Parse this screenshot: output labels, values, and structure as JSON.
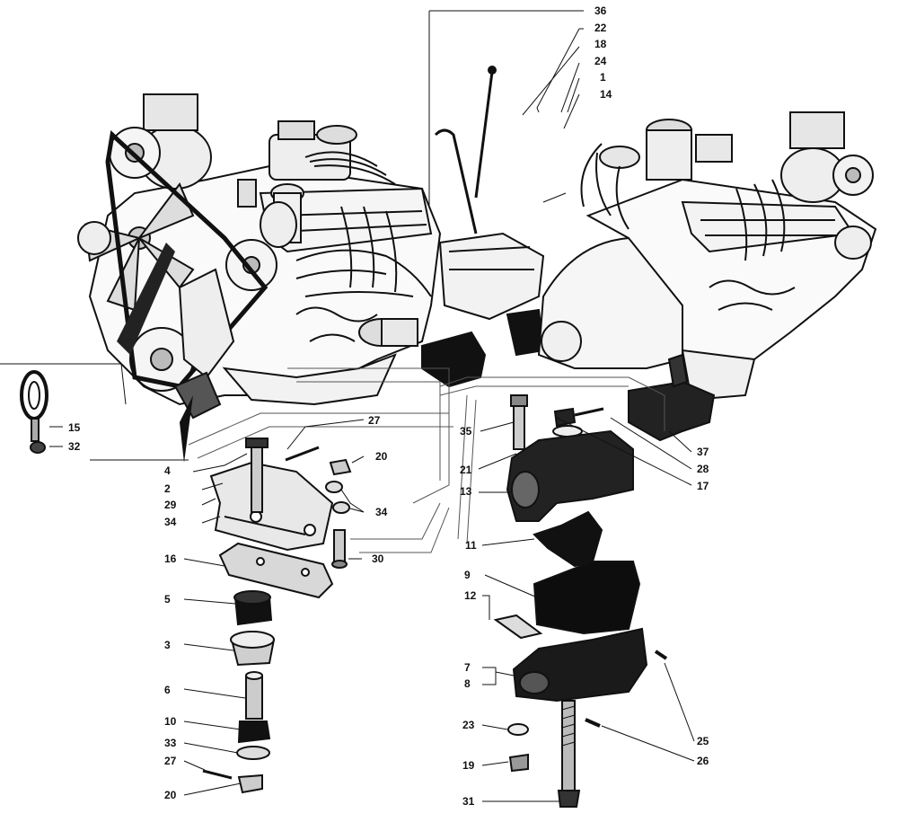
{
  "colors": {
    "ink": "#111111",
    "paper": "#ffffff",
    "shade": "#3a3a3a"
  },
  "callouts": {
    "c1": "1",
    "c2": "2",
    "c3": "3",
    "c4": "4",
    "c5": "5",
    "c6": "6",
    "c7": "7",
    "c8": "8",
    "c9": "9",
    "c10": "10",
    "c11": "11",
    "c12": "12",
    "c13": "13",
    "c14": "14",
    "c15": "15",
    "c16": "16",
    "c17": "17",
    "c18": "18",
    "c19": "19",
    "c20a": "20",
    "c20b": "20",
    "c21": "21",
    "c22": "22",
    "c23": "23",
    "c24": "24",
    "c25": "25",
    "c26": "26",
    "c27a": "27",
    "c27b": "27",
    "c28": "28",
    "c29": "29",
    "c30": "30",
    "c31": "31",
    "c32": "32",
    "c33": "33",
    "c34a": "34",
    "c34b": "34",
    "c35": "35",
    "c36": "36",
    "c37": "37"
  }
}
